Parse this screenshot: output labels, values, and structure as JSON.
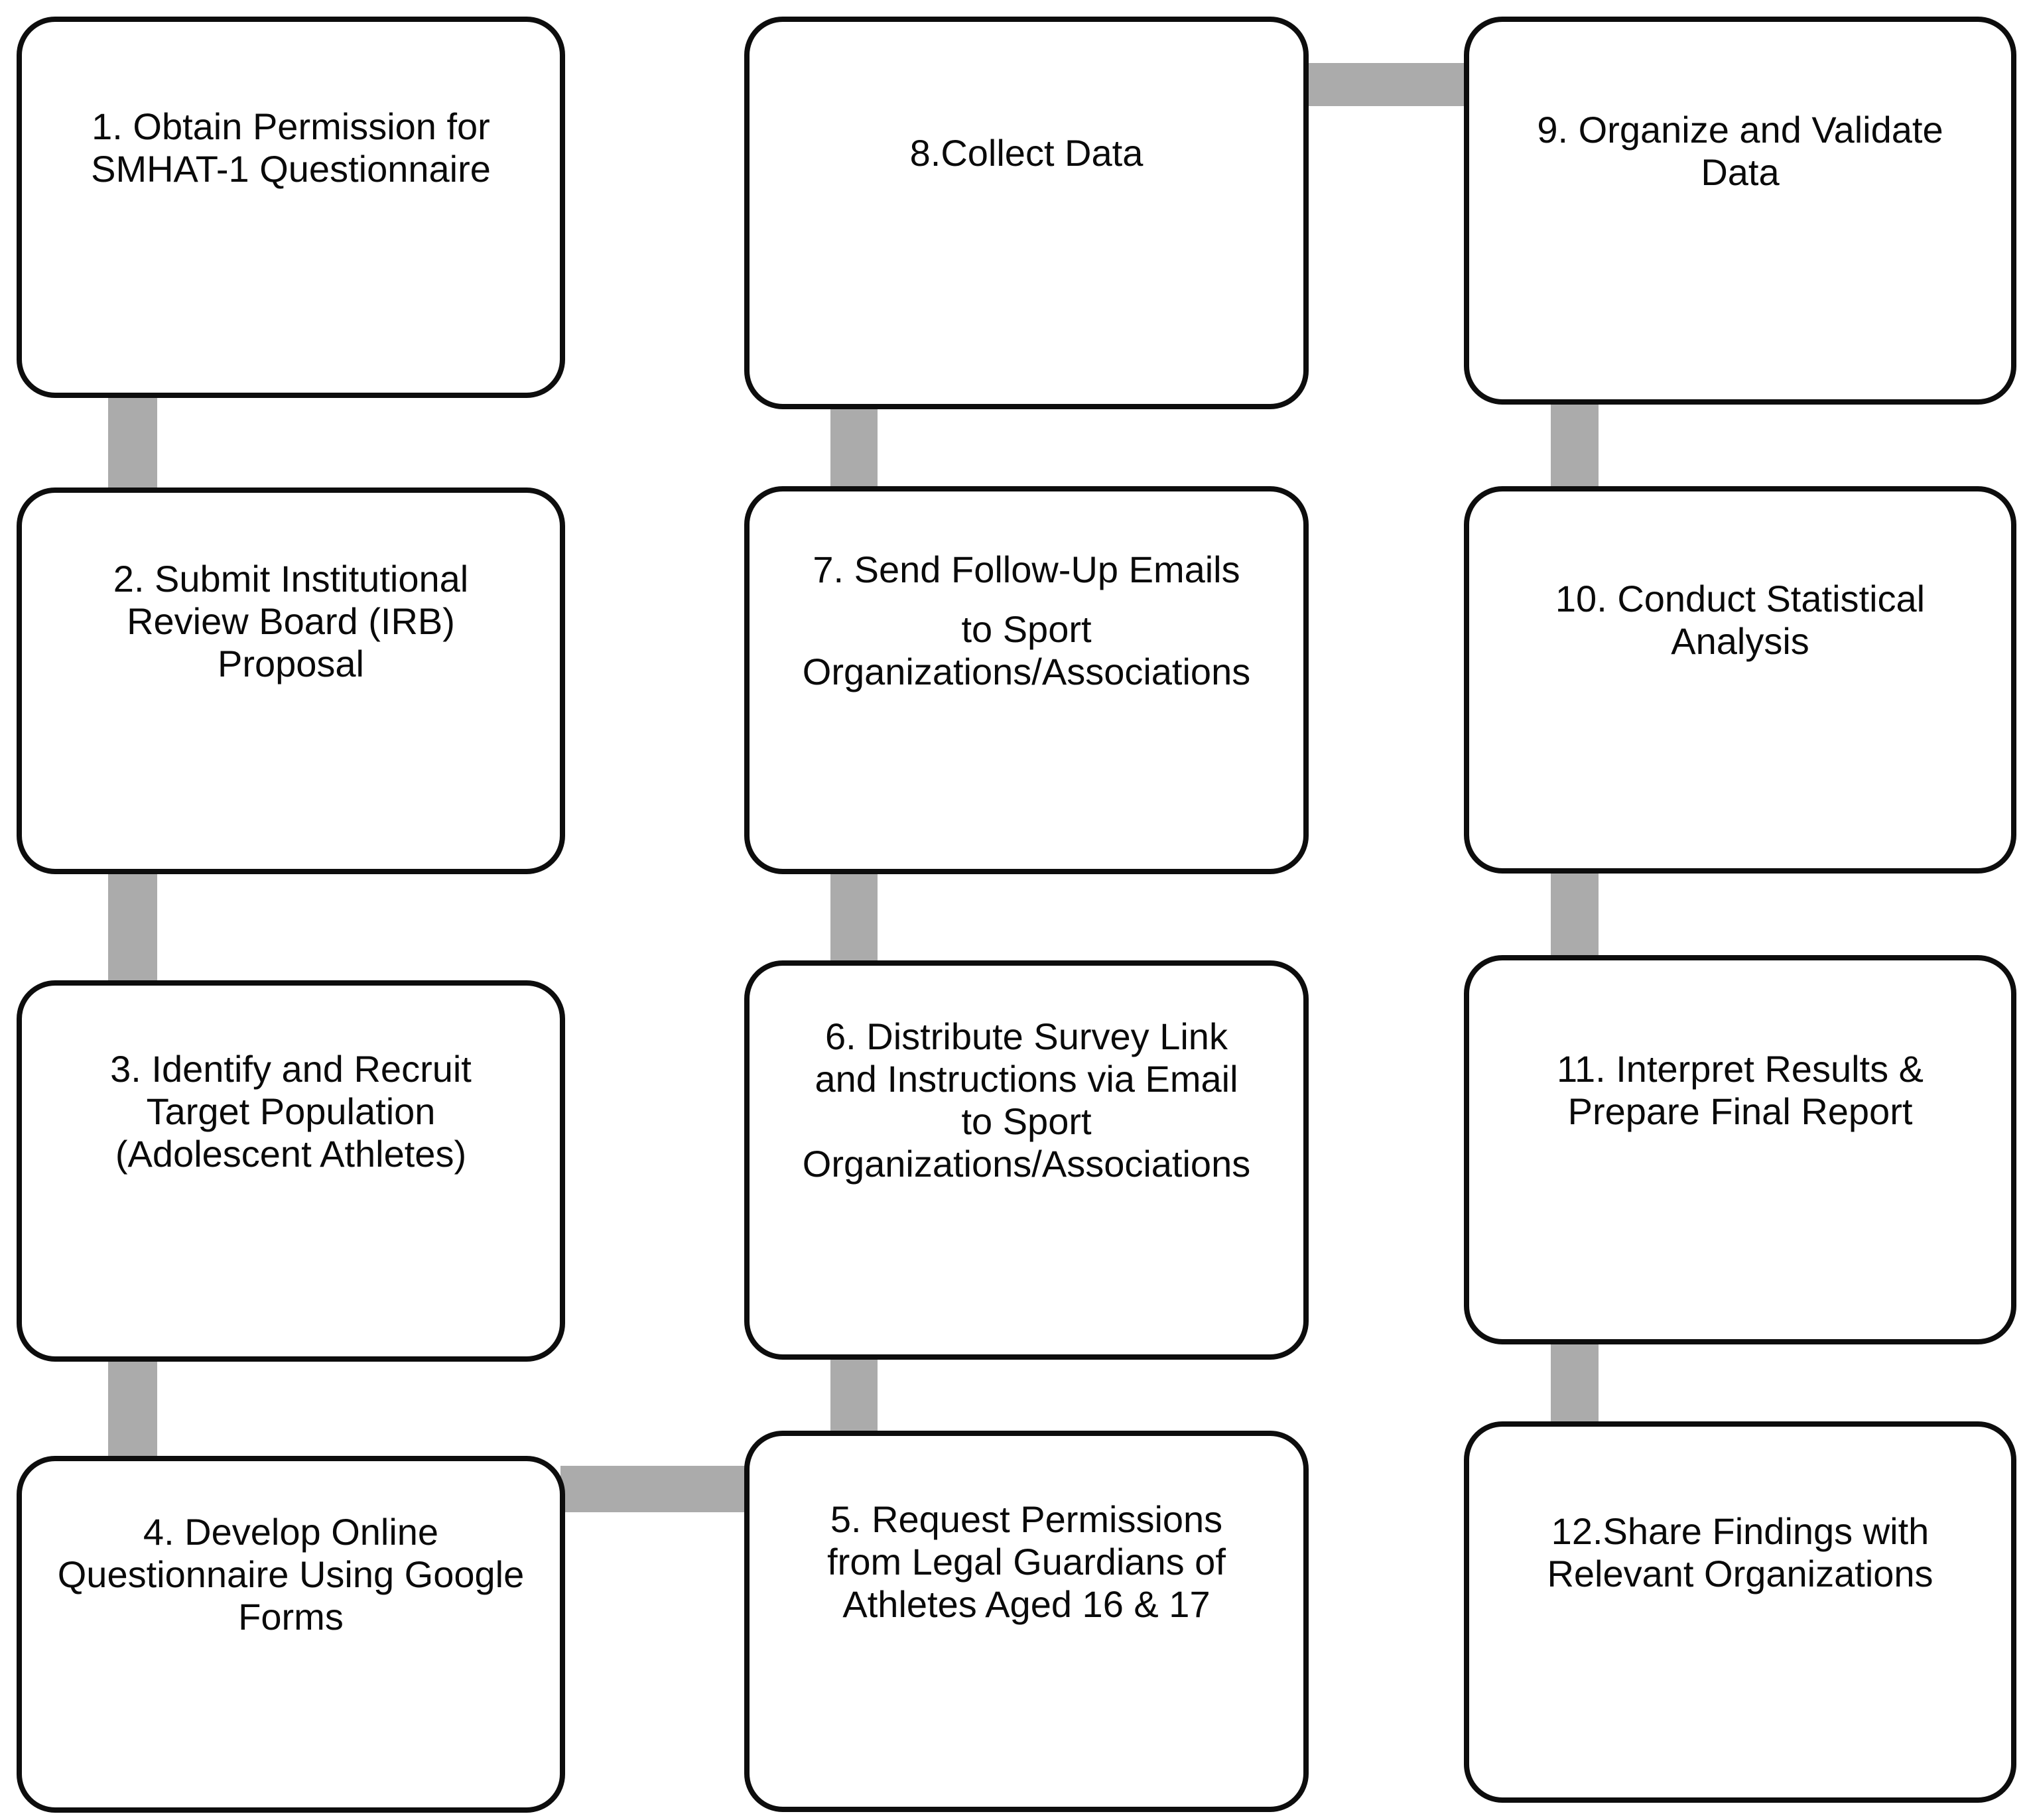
{
  "flowchart": {
    "type": "flowchart",
    "description": "12-step research process flow diagram, three columns of rounded boxes joined by thick gray bars",
    "colors": {
      "background": "#ffffff",
      "box-fill": "#ffffff",
      "box-border": "#0d0d0d",
      "connector": "#ababab",
      "text": "#0a0a0a"
    },
    "steps": [
      {
        "id": "1",
        "label": "1. Obtain Permission for\nSMHAT-1 Questionnaire"
      },
      {
        "id": "2",
        "label": "2. Submit Institutional\nReview Board (IRB)\nProposal"
      },
      {
        "id": "3",
        "label": "3. Identify and Recruit\nTarget Population\n(Adolescent Athletes)"
      },
      {
        "id": "4",
        "label": "4. Develop Online\nQuestionnaire Using Google\nForms"
      },
      {
        "id": "5",
        "label": "5. Request Permissions\nfrom Legal Guardians of\nAthletes Aged 16 & 17"
      },
      {
        "id": "6",
        "label": "6. Distribute Survey Link\nand Instructions via Email\nto Sport\nOrganizations/Associations"
      },
      {
        "id": "7",
        "label": "7. Send Follow-Up Emails",
        "label2": "to Sport\nOrganizations/Associations"
      },
      {
        "id": "8",
        "label": "8.Collect Data"
      },
      {
        "id": "9",
        "label": "9. Organize and Validate\nData"
      },
      {
        "id": "10",
        "label": "10. Conduct Statistical\nAnalysis"
      },
      {
        "id": "11",
        "label": "11. Interpret Results &\nPrepare Final Report"
      },
      {
        "id": "12",
        "label": "12.Share Findings with\nRelevant Organizations"
      }
    ],
    "connections": [
      "1→2",
      "2→3",
      "3→4",
      "4→5",
      "5→6",
      "6→7",
      "7→8",
      "8→9",
      "9→10",
      "10→11",
      "11→12"
    ]
  }
}
